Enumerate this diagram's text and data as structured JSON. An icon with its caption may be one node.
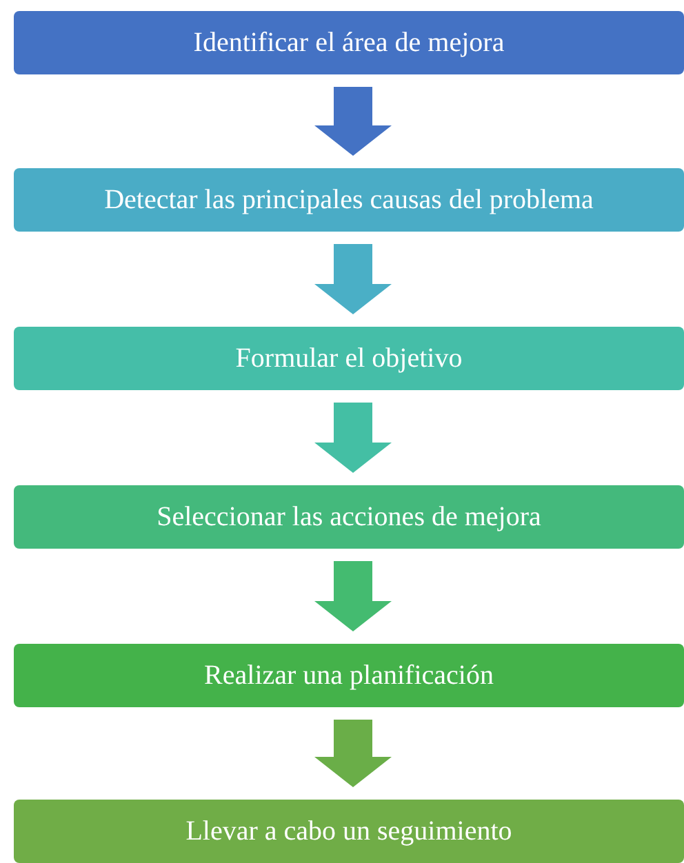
{
  "diagram": {
    "nodes": [
      {
        "text": [
          "Identificar el área de mejora"
        ]
      },
      {
        "text": [
          "Detectar las principales causas del problema"
        ]
      },
      {
        "text": [
          "Formular el objetivo"
        ]
      },
      {
        "text": [
          "Seleccionar las acciones de mejora"
        ]
      },
      {
        "text": [
          "Realizar una planificación"
        ]
      },
      {
        "text": [
          "Llevar a cabo un seguimiento"
        ]
      }
    ],
    "edges": [
      {
        "from": 0,
        "to": 1,
        "arrow": "to",
        "style": "thick",
        "color": "#4472c4"
      },
      {
        "from": 1,
        "to": 2,
        "arrow": "to",
        "style": "thick",
        "color": "#4aafc6"
      },
      {
        "from": 2,
        "to": 3,
        "arrow": "to",
        "style": "thick",
        "color": "#44bfa4"
      },
      {
        "from": 3,
        "to": 4,
        "arrow": "to",
        "style": "thick",
        "color": "#44bb70"
      },
      {
        "from": 4,
        "to": 5,
        "arrow": "to",
        "style": "thick",
        "color": "#6aae48"
      }
    ]
  }
}
